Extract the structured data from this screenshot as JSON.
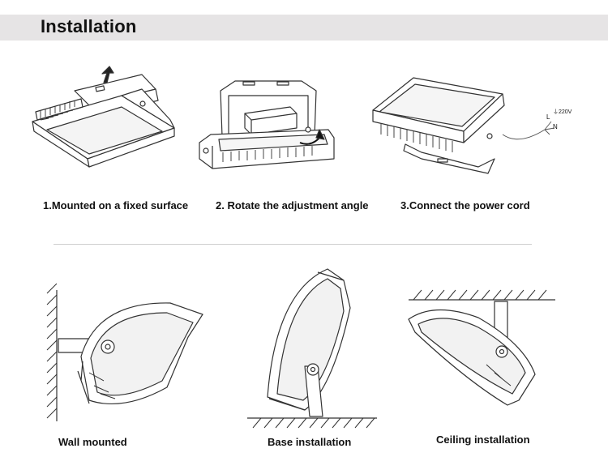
{
  "header": {
    "title": "Installation"
  },
  "steps": [
    {
      "label": "1.Mounted on a fixed surface"
    },
    {
      "label": "2. Rotate the adjustment angle"
    },
    {
      "label": "3.Connect the power cord"
    }
  ],
  "wiring": {
    "live": "L",
    "earth": "⏚220V",
    "neutral": "N"
  },
  "methods": [
    {
      "label": "Wall mounted"
    },
    {
      "label": "Base installation"
    },
    {
      "label": "Ceiling installation"
    }
  ]
}
